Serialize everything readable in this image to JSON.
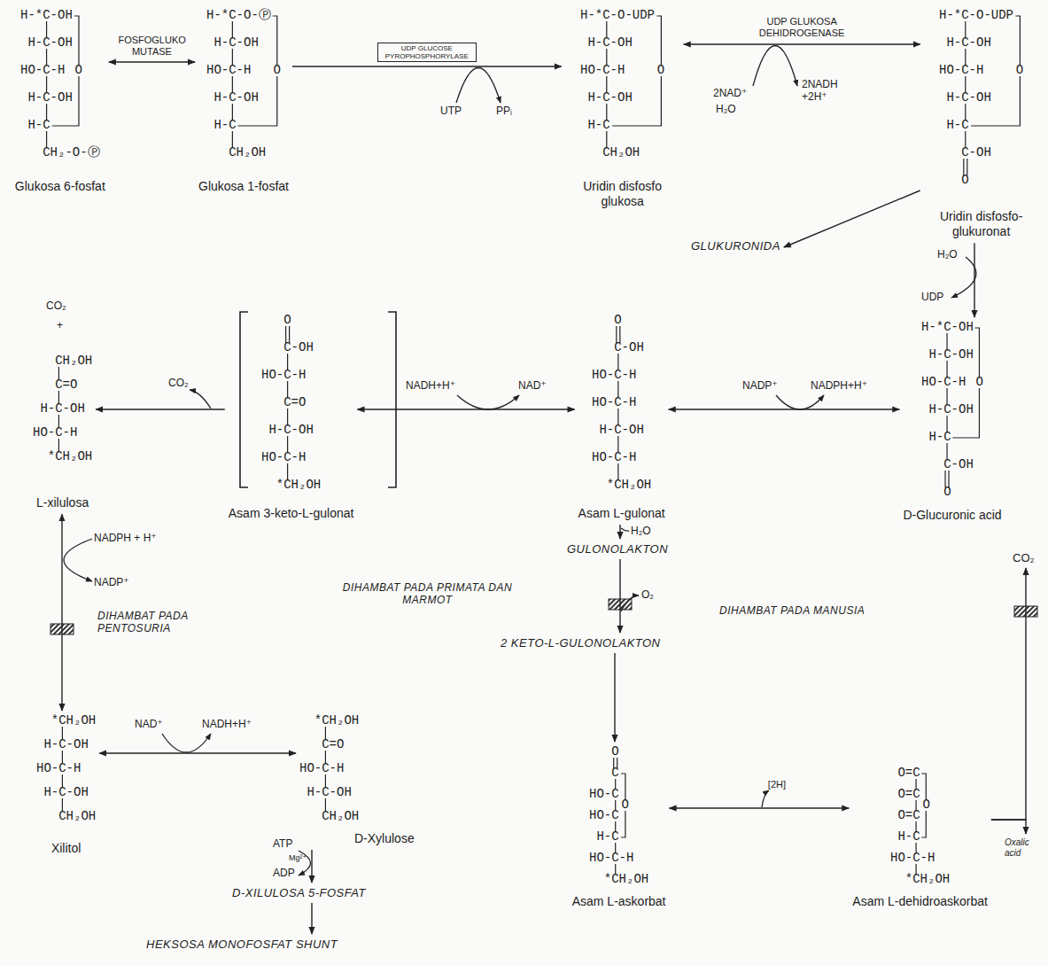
{
  "diagram": {
    "nodes": [
      {
        "text": [
          "H-*C-OH",
          "H-C-OH",
          "HO-C-H",
          "H-C-OH",
          "H-C",
          "CH₂-O-Ⓟ",
          "O",
          "Glukosa 6-fosfat"
        ]
      },
      {
        "text": [
          "H-*C-O-Ⓟ",
          "H-C-OH",
          "HO-C-H",
          "H-C-OH",
          "H-C",
          "CH₂OH",
          "O",
          "Glukosa 1-fosfat"
        ]
      },
      {
        "text": [
          "H-*C-O-UDP",
          "H-C-OH",
          "HO-C-H",
          "H-C-OH",
          "H-C",
          "CH₂OH",
          "O",
          "Uridin disfosfo glukosa"
        ]
      },
      {
        "text": [
          "H-*C-O-UDP",
          "H-C-OH",
          "HO-C-H",
          "H-C-OH",
          "H-C",
          "C-OH",
          "O",
          "O",
          "Uridin disfosfo-glukuronat"
        ]
      },
      {
        "text": [
          "H-*C-OH",
          "H-C-OH",
          "HO-C-H",
          "H-C-OH",
          "H-C",
          "C-OH",
          "O",
          "O",
          "D-Glucuronic acid"
        ]
      },
      {
        "text": [
          "O",
          "C-OH",
          "HO-C-H",
          "HO-C-H",
          "H-C-OH",
          "HO-C-H",
          "*CH₂OH",
          "Asam L-gulonat"
        ]
      },
      {
        "text": [
          "O",
          "C-OH",
          "HO-C-H",
          "C=O",
          "H-C-OH",
          "HO-C-H",
          "*CH₂OH",
          "Asam 3-keto-L-gulonat"
        ]
      },
      {
        "text": [
          "CH₂OH",
          "C=O",
          "H-C-OH",
          "HO-C-H",
          "*CH₂OH",
          "L-xilulosa"
        ]
      },
      {
        "text": [
          "*CH₂OH",
          "H-C-OH",
          "HO-C-H",
          "H-C-OH",
          "CH₂OH",
          "Xilitol"
        ]
      },
      {
        "text": [
          "*CH₂OH",
          "C=O",
          "HO-C-H",
          "H-C-OH",
          "CH₂OH",
          "D-Xylulose"
        ]
      },
      {
        "text": [
          "D-XILULOSA 5-FOSFAT"
        ]
      },
      {
        "text": [
          "HEKSOSA MONOFOSFAT SHUNT"
        ]
      },
      {
        "text": [
          "GULONOLAKTON"
        ]
      },
      {
        "text": [
          "2 KETO-L-GULONOLAKTON"
        ]
      },
      {
        "text": [
          "O",
          "C",
          "HO-C",
          "HO-C",
          "H-C",
          "HO-C-H",
          "*CH₂OH",
          "O",
          "Asam L-askorbat"
        ]
      },
      {
        "text": [
          "O=C",
          "O=C",
          "O=C",
          "H-C",
          "HO-C-H",
          "*CH₂OH",
          "O",
          "Asam L-dehidroaskorbat"
        ]
      },
      {
        "text": [
          "GLUKURONIDA"
        ]
      },
      {
        "text": [
          "CO₂"
        ]
      },
      {
        "text": [
          "Oxalic acid"
        ]
      }
    ],
    "edges": [
      {
        "from": 0,
        "to": 1,
        "arrow": "both",
        "label": "FOSFOGLUKO MUTASE"
      },
      {
        "from": 1,
        "to": 2,
        "arrow": "to",
        "label": "UDP GLUCOSE PYROPHOSPHORYLASE"
      },
      {
        "from": 2,
        "to": 3,
        "arrow": "both",
        "label": "UDP GLUKOSA DEHIDROGENASE"
      },
      {
        "from": 3,
        "to": 16,
        "arrow": "to"
      },
      {
        "from": 3,
        "to": 4,
        "arrow": "to"
      },
      {
        "from": 4,
        "to": 5,
        "arrow": "both"
      },
      {
        "from": 5,
        "to": 6,
        "arrow": "both"
      },
      {
        "from": 6,
        "to": 7,
        "arrow": "to"
      },
      {
        "from": 7,
        "to": 8,
        "arrow": "both"
      },
      {
        "from": 8,
        "to": 9,
        "arrow": "both"
      },
      {
        "from": 9,
        "to": 10,
        "arrow": "to"
      },
      {
        "from": 10,
        "to": 11,
        "arrow": "to"
      },
      {
        "from": 5,
        "to": 12,
        "arrow": "to"
      },
      {
        "from": 12,
        "to": 13,
        "arrow": "to"
      },
      {
        "from": 13,
        "to": 14,
        "arrow": "to"
      },
      {
        "from": 14,
        "to": 15,
        "arrow": "both",
        "label": "[2H]"
      },
      {
        "from": 15,
        "to": 17,
        "arrow": "to"
      },
      {
        "from": 15,
        "to": 18,
        "arrow": "to"
      }
    ],
    "labels": [
      "UTP",
      "PPᵢ",
      "2NAD⁺",
      "H₂O",
      "2NADH +2H⁺",
      "H₂O",
      "UDP",
      "NADP⁺",
      "NADPH+H⁺",
      "NADH+H⁺",
      "NAD⁺",
      "CO₂",
      "CO₂",
      "+",
      "NADPH + H⁺",
      "NADP⁺",
      "DIHAMBAT PADA PENTOSURIA",
      "NAD⁺",
      "NADH+H⁺",
      "ATP",
      "Mg²⁺",
      "ADP",
      "H₂O",
      "DIHAMBAT PADA PRIMATA DAN MARMOT",
      "O₂",
      "DIHAMBAT PADA MANUSIA"
    ]
  }
}
